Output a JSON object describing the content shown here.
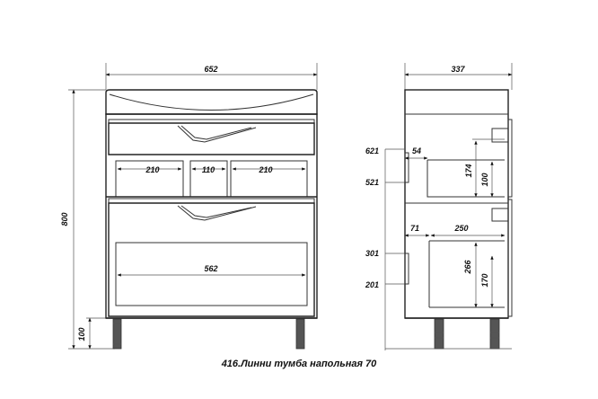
{
  "front": {
    "width_label": "652",
    "height_label": "800",
    "legs_label": "100",
    "drawer_left": "210",
    "drawer_mid": "110",
    "drawer_right": "210",
    "bottom_inner": "562"
  },
  "side": {
    "depth_label": "337",
    "h621": "621",
    "h521": "521",
    "h301": "301",
    "h201": "201",
    "d54": "54",
    "d174": "174",
    "d100": "100",
    "d71": "71",
    "d250": "250",
    "d266": "266",
    "d170": "170"
  },
  "caption": "416.Линни тумба напольная 70"
}
